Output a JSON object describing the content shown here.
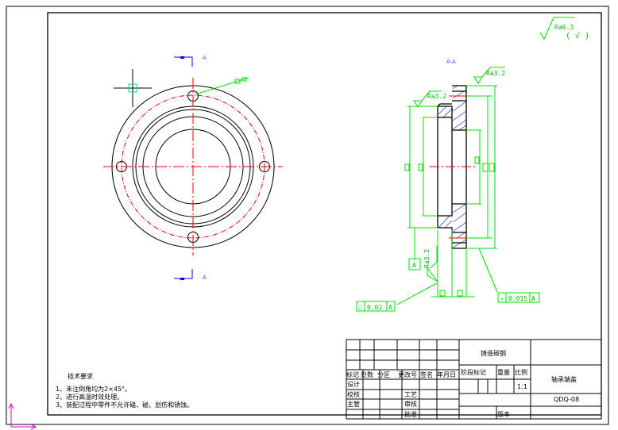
{
  "drawing": {
    "section_label": "A-A",
    "view_marker": "A",
    "roughness_general": "Ra6.3",
    "roughness_general_suffix": "( √ )",
    "roughness_1": "Ra3.2",
    "roughness_2": "Ra3.2",
    "roughness_3": "Ra3.2",
    "datum": "A",
    "tolerance_1": {
      "symbol": "⌰",
      "value": "0.02",
      "datum": "A"
    },
    "tolerance_2": {
      "symbol": "↗",
      "value": "0.015",
      "datum": "A"
    }
  },
  "notes": {
    "title": "技术要求",
    "items": [
      "1、未注倒角均为2×45°。",
      "2、进行高温时效处理。",
      "3、装配过程中零件不允许磕、碰、划伤和锈蚀。"
    ]
  },
  "title_block": {
    "material": "铸造碳钢",
    "part_name": "轴承端盖",
    "drawing_no": "QDQ-08",
    "scale": "1:1",
    "headers": [
      "标记",
      "处数",
      "分区",
      "更改号",
      "签名",
      "年月日"
    ],
    "stage_mark": "阶段标记",
    "weight": "重量",
    "scale_label": "比例",
    "design": "设计",
    "check": "校核",
    "supervisor": "主管",
    "process": "工艺",
    "review": "审核",
    "approve": "批准",
    "version": "版本"
  }
}
